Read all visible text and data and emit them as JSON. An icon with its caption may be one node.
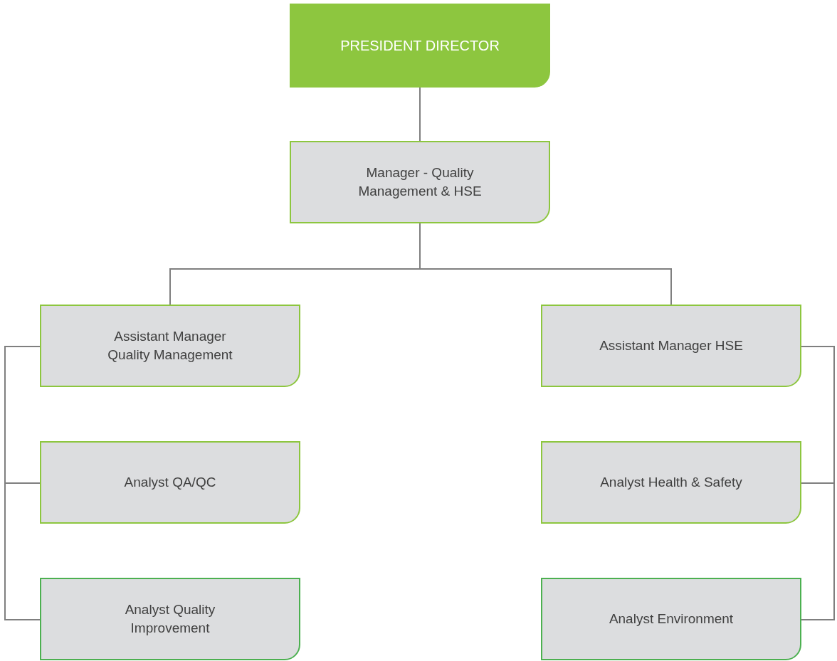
{
  "diagram": {
    "nodes": [
      {
        "text": [
          "PRESIDENT DIRECTOR"
        ]
      },
      {
        "text": [
          "Manager - Quality Management & HSE"
        ]
      },
      {
        "text": [
          "Assistant Manager Quality Management"
        ]
      },
      {
        "text": [
          "Analyst QA/QC"
        ]
      },
      {
        "text": [
          "Analyst Quality Improvement"
        ]
      },
      {
        "text": [
          "Assistant Manager HSE"
        ]
      },
      {
        "text": [
          "Analyst Health & Safety"
        ]
      },
      {
        "text": [
          "Analyst Environment"
        ]
      }
    ],
    "edges": [
      {
        "from": 0,
        "to": 1,
        "arrow": "none"
      },
      {
        "from": 1,
        "to": 2,
        "arrow": "none"
      },
      {
        "from": 1,
        "to": 5,
        "arrow": "none"
      },
      {
        "from": 2,
        "to": 3,
        "arrow": "none"
      },
      {
        "from": 2,
        "to": 4,
        "arrow": "none"
      },
      {
        "from": 5,
        "to": 6,
        "arrow": "none"
      },
      {
        "from": 5,
        "to": 7,
        "arrow": "none"
      }
    ]
  }
}
